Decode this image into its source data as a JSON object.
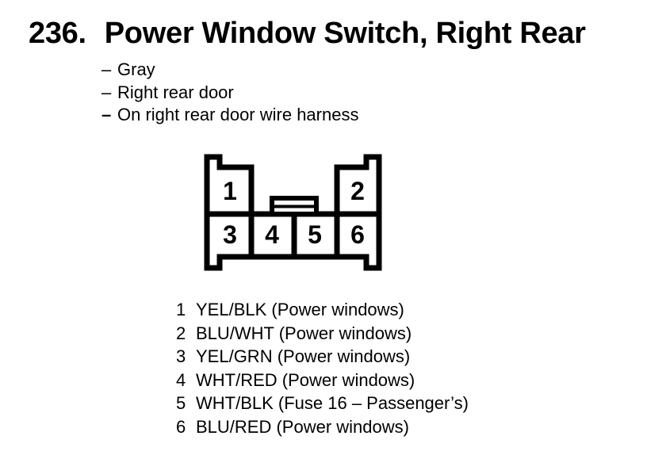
{
  "header": {
    "number": "236.",
    "title": "Power Window Switch, Right Rear"
  },
  "details": {
    "bullets": [
      {
        "dash": "–",
        "text": "Gray"
      },
      {
        "dash": "–",
        "text": "Right rear door"
      },
      {
        "dash": "–",
        "text": "On right rear door wire harness"
      }
    ]
  },
  "connector": {
    "top_pins": [
      "1",
      "2"
    ],
    "bottom_pins": [
      "3",
      "4",
      "5",
      "6"
    ]
  },
  "pin_list": [
    {
      "pin": "1",
      "desc": "YEL/BLK (Power windows)"
    },
    {
      "pin": "2",
      "desc": "BLU/WHT (Power windows)"
    },
    {
      "pin": "3",
      "desc": "YEL/GRN (Power windows)"
    },
    {
      "pin": "4",
      "desc": "WHT/RED (Power windows)"
    },
    {
      "pin": "5",
      "desc": "WHT/BLK (Fuse 16 – Passenger’s)"
    },
    {
      "pin": "6",
      "desc": "BLU/RED (Power windows)"
    }
  ],
  "colors": {
    "ink": "#000000",
    "paper": "#ffffff"
  }
}
